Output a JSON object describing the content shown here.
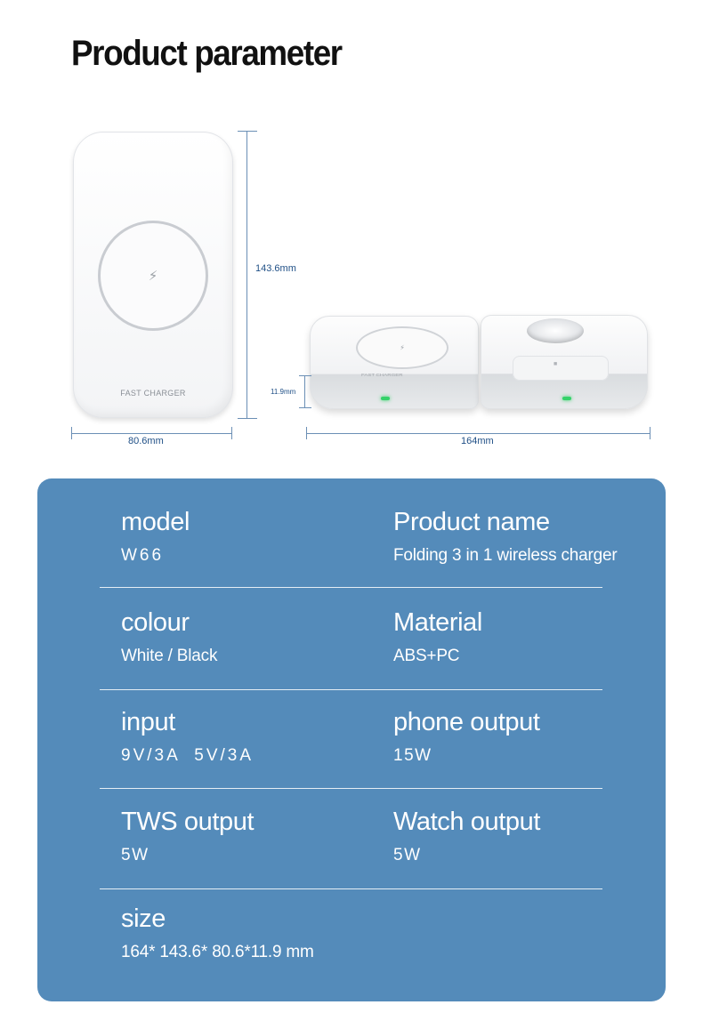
{
  "page": {
    "title": "Product parameter"
  },
  "drawings": {
    "front_brand": "FAST CHARGER",
    "fold_brand": "FAST CHARGER",
    "bolt_icon": "lightning-bolt-icon",
    "dims": {
      "height": "143.6mm",
      "width": "80.6mm",
      "thickness": "11.9mm",
      "length": "164mm"
    },
    "led_color": "#35d26a"
  },
  "specs": {
    "model": {
      "label": "model",
      "value": "W66"
    },
    "product_name": {
      "label": "Product name",
      "value": "Folding 3 in 1 wireless charger"
    },
    "colour": {
      "label": "colour",
      "value": "White / Black"
    },
    "material": {
      "label": "Material",
      "value": "ABS+PC"
    },
    "input": {
      "label": "input",
      "value": "9V/3A  5V/3A"
    },
    "phone_output": {
      "label": "phone output",
      "value": "15W"
    },
    "tws_output": {
      "label": "TWS output",
      "value": "5W"
    },
    "watch_output": {
      "label": "Watch output",
      "value": "5W"
    },
    "size": {
      "label": "size",
      "value": "164* 143.6* 80.6*11.9 mm"
    }
  },
  "colors": {
    "panel": "#548bba",
    "text": "#ffffff",
    "dimension": "#1f4f86"
  }
}
